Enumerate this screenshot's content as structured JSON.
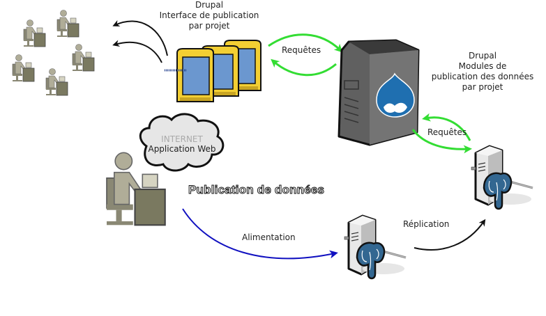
{
  "labels": {
    "drupal_interface": [
      "Drupal",
      "Interface de publication",
      "par projet"
    ],
    "drupal_modules": [
      "Drupal",
      "Modules de",
      "publication des données",
      "par projet"
    ],
    "requetes_top": "Requêtes",
    "requetes_right": "Requêtes",
    "cloud_line1": "INTERNET",
    "cloud_line2": "Application Web",
    "publication": "Publication de données",
    "alimentation": "Alimentation",
    "replication": "Réplication"
  },
  "colors": {
    "requests_arrow": "#33dd33",
    "alimentation_arrow": "#1010c0",
    "replication_arrow": "#111111",
    "drupal_blue": "#1f6fb0",
    "postgres_blue": "#336791",
    "screen_frame": "#f3cf33",
    "user_figure": "#b0ad98",
    "desk": "#7a7960"
  },
  "nodes": [
    {
      "id": "users-group",
      "icon": "office-workers-icon"
    },
    {
      "id": "publication-screens",
      "icon": "monitor-stack-icon"
    },
    {
      "id": "drupal-server",
      "icon": "drupal-server-icon"
    },
    {
      "id": "postgres-replica",
      "icon": "postgresql-server-icon"
    },
    {
      "id": "postgres-master",
      "icon": "postgresql-server-icon"
    },
    {
      "id": "publisher-user",
      "icon": "office-worker-icon"
    },
    {
      "id": "internet-cloud",
      "icon": "cloud-icon"
    }
  ]
}
